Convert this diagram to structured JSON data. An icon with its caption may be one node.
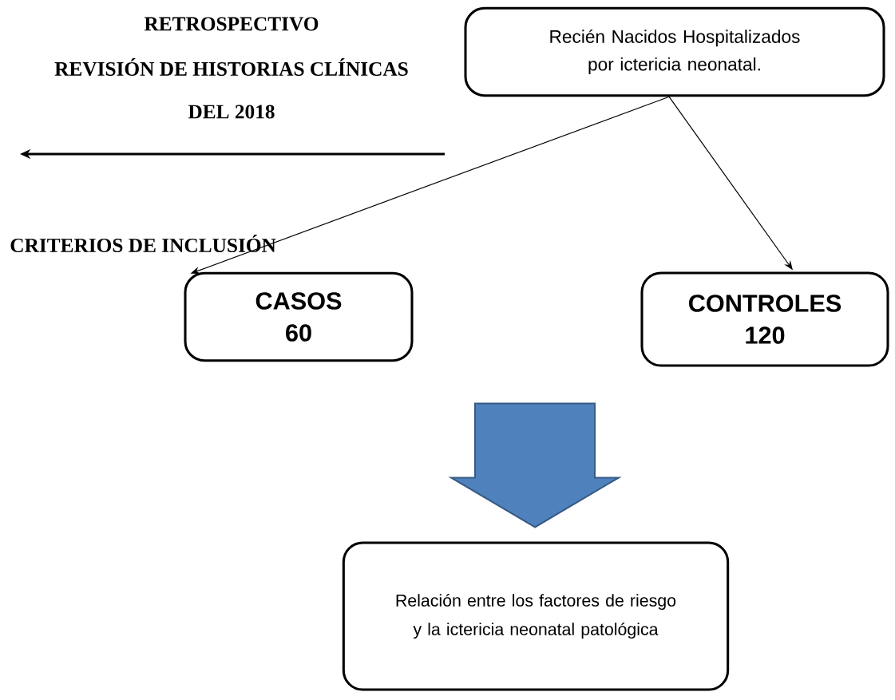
{
  "diagram": {
    "nodes": [
      {
        "text": [
          "Recién Nacidos Hospitalizados por ictericia neonatal."
        ]
      },
      {
        "text": [
          "CASOS 60"
        ]
      },
      {
        "text": [
          "CONTROLES 120"
        ]
      },
      {
        "text": [
          "Relación entre los factores de riesgo y la ictericia neonatal patológica"
        ]
      }
    ],
    "edges": [
      {
        "from": 0,
        "to": 1,
        "arrow": "to"
      },
      {
        "from": 0,
        "to": 2,
        "arrow": "to"
      },
      {
        "from": null,
        "to": 3,
        "arrow": "to",
        "style": "thick",
        "color": "#4f81bd"
      }
    ],
    "labels": [
      "RETROSPECTIVO",
      "REVISIÓN DE HISTORIAS CLÍNICAS",
      "DEL 2018",
      "CRITERIOS DE INCLUSIÓN"
    ]
  }
}
